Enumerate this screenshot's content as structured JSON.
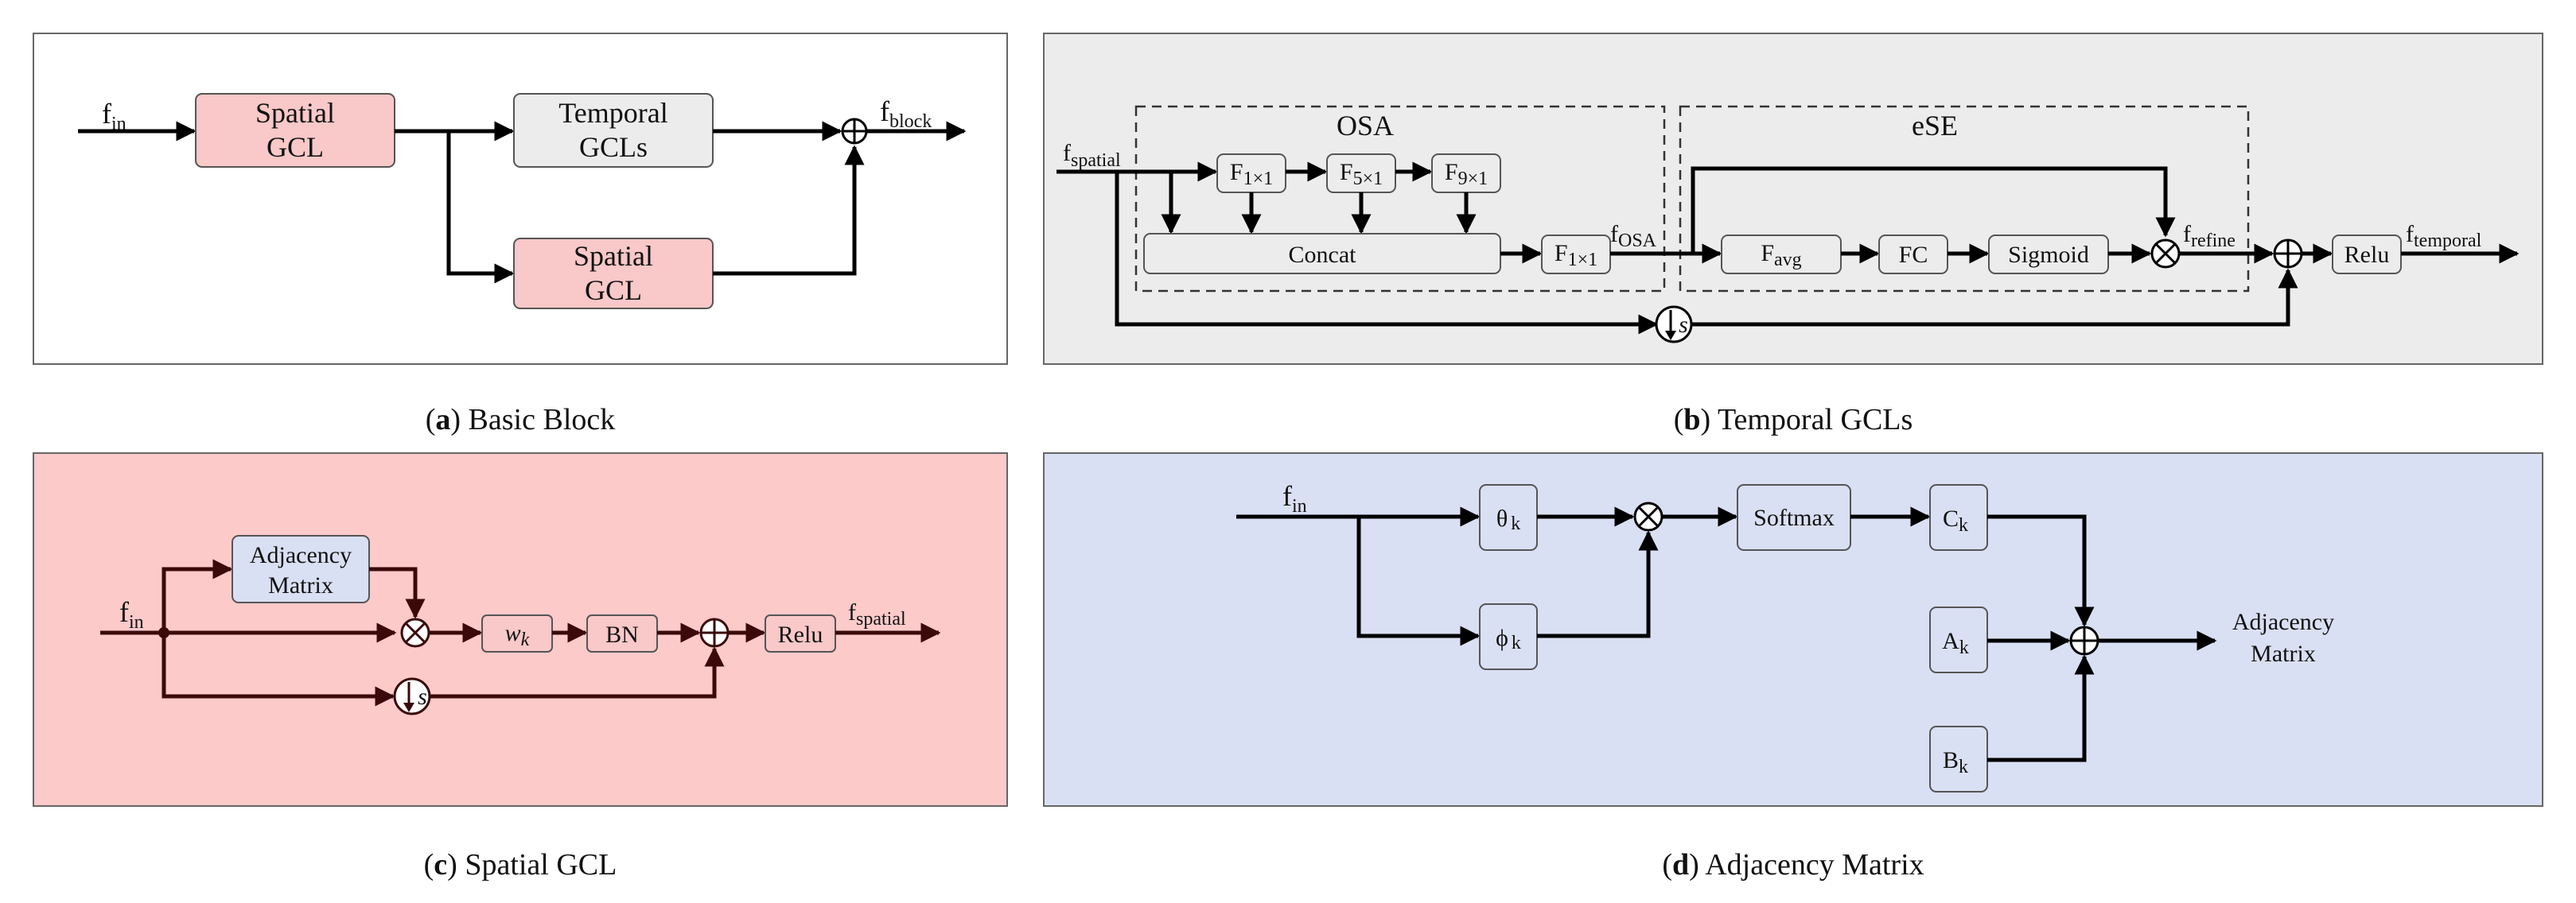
{
  "panel_a": {
    "caption_letter": "a",
    "caption_text": "Basic Block",
    "input_label": "f",
    "input_sub": "in",
    "output_label": "f",
    "output_sub": "block",
    "spatial_top_line1": "Spatial",
    "spatial_top_line2": "GCL",
    "temporal_line1": "Temporal",
    "temporal_line2": "GCLs",
    "spatial_bottom_line1": "Spatial",
    "spatial_bottom_line2": "GCL"
  },
  "panel_b": {
    "caption_letter": "b",
    "caption_text": "Temporal GCLs",
    "osa_title": "OSA",
    "ese_title": "eSE",
    "input_label": "f",
    "input_sub": "spatial",
    "f1_label": "F",
    "f1_sub": "1×1",
    "f5_label": "F",
    "f5_sub": "5×1",
    "f9_label": "F",
    "f9_sub": "9×1",
    "concat_label": "Concat",
    "f1b_label": "F",
    "f1b_sub": "1×1",
    "fosa_label": "f",
    "fosa_sub": "OSA",
    "favg_label": "F",
    "favg_sub": "avg",
    "fc_label": "FC",
    "sigmoid_label": "Sigmoid",
    "frefine_label": "f",
    "frefine_sub": "refine",
    "relu_label": "Relu",
    "output_label": "f",
    "output_sub": "temporal",
    "shortcut_label": "s"
  },
  "panel_c": {
    "caption_letter": "c",
    "caption_text": "Spatial GCL",
    "input_label": "f",
    "input_sub": "in",
    "adj_line1": "Adjacency",
    "adj_line2": "Matrix",
    "wk_label": "w",
    "wk_sub": "k",
    "bn_label": "BN",
    "relu_label": "Relu",
    "output_label": "f",
    "output_sub": "spatial",
    "shortcut_label": "s"
  },
  "panel_d": {
    "caption_letter": "d",
    "caption_text": "Adjacency Matrix",
    "input_label": "f",
    "input_sub": "in",
    "theta_label": "θ",
    "theta_sub": "k",
    "phi_label": "ϕ",
    "phi_sub": "k",
    "softmax_label": "Softmax",
    "c_label": "C",
    "c_sub": "k",
    "a_label": "A",
    "a_sub": "k",
    "b_label": "B",
    "b_sub": "k",
    "out_line1": "Adjacency",
    "out_line2": "Matrix"
  },
  "colors": {
    "panel_b_bg": "#ececec",
    "panel_c_bg": "#fdcaca",
    "panel_d_bg": "#dae0f3",
    "pink_box": "#f9c8c8",
    "gray_box": "#ececec",
    "blue_box": "#dae0f3"
  }
}
